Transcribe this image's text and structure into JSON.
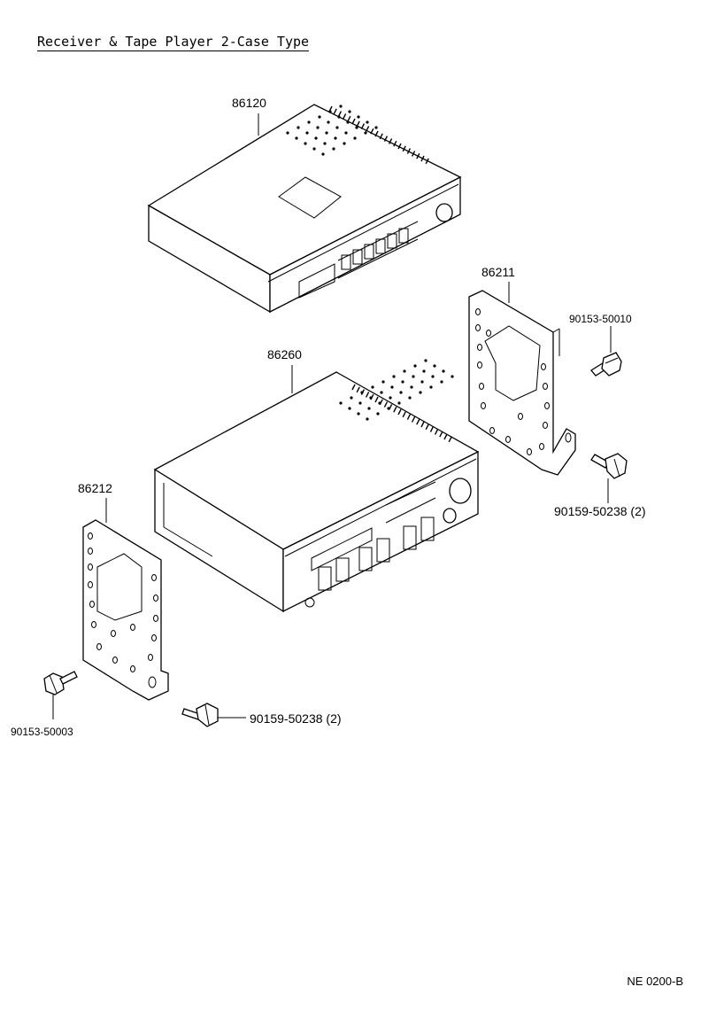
{
  "title": "Receiver & Tape Player 2-Case Type",
  "diagram_code": "NE  0200-B",
  "parts": [
    {
      "part_no": "86120"
    },
    {
      "part_no": "86260"
    },
    {
      "part_no": "86211"
    },
    {
      "part_no": "86212"
    },
    {
      "part_no": "90153-50010"
    },
    {
      "part_no": "90159-50238 (2)"
    },
    {
      "part_no": "90159-50238 (2)"
    },
    {
      "part_no": "90153-50003"
    }
  ]
}
